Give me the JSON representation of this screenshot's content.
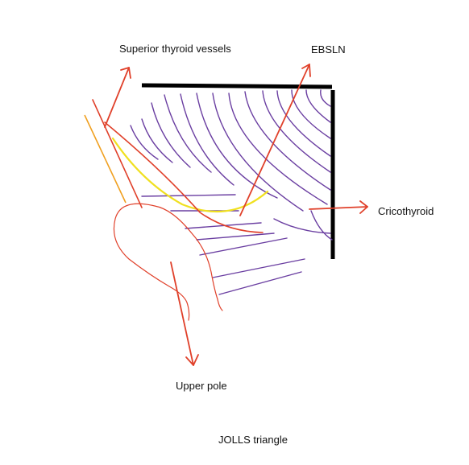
{
  "labels": {
    "superior_thyroid_vessels": "Superior thyroid vessels",
    "ebsln": "EBSLN",
    "cricothyroid": "Cricothyroid",
    "upper_pole": "Upper pole"
  },
  "caption": "JOLLS triangle",
  "colors": {
    "background": "#ffffff",
    "arrow": "#e0402a",
    "muscle_hatch": "#6a3ea1",
    "border": "#000000",
    "nerve": "#f0e020",
    "vessel": "#f0a020",
    "thyroid_outline": "#e0402a",
    "text": "#111111"
  }
}
